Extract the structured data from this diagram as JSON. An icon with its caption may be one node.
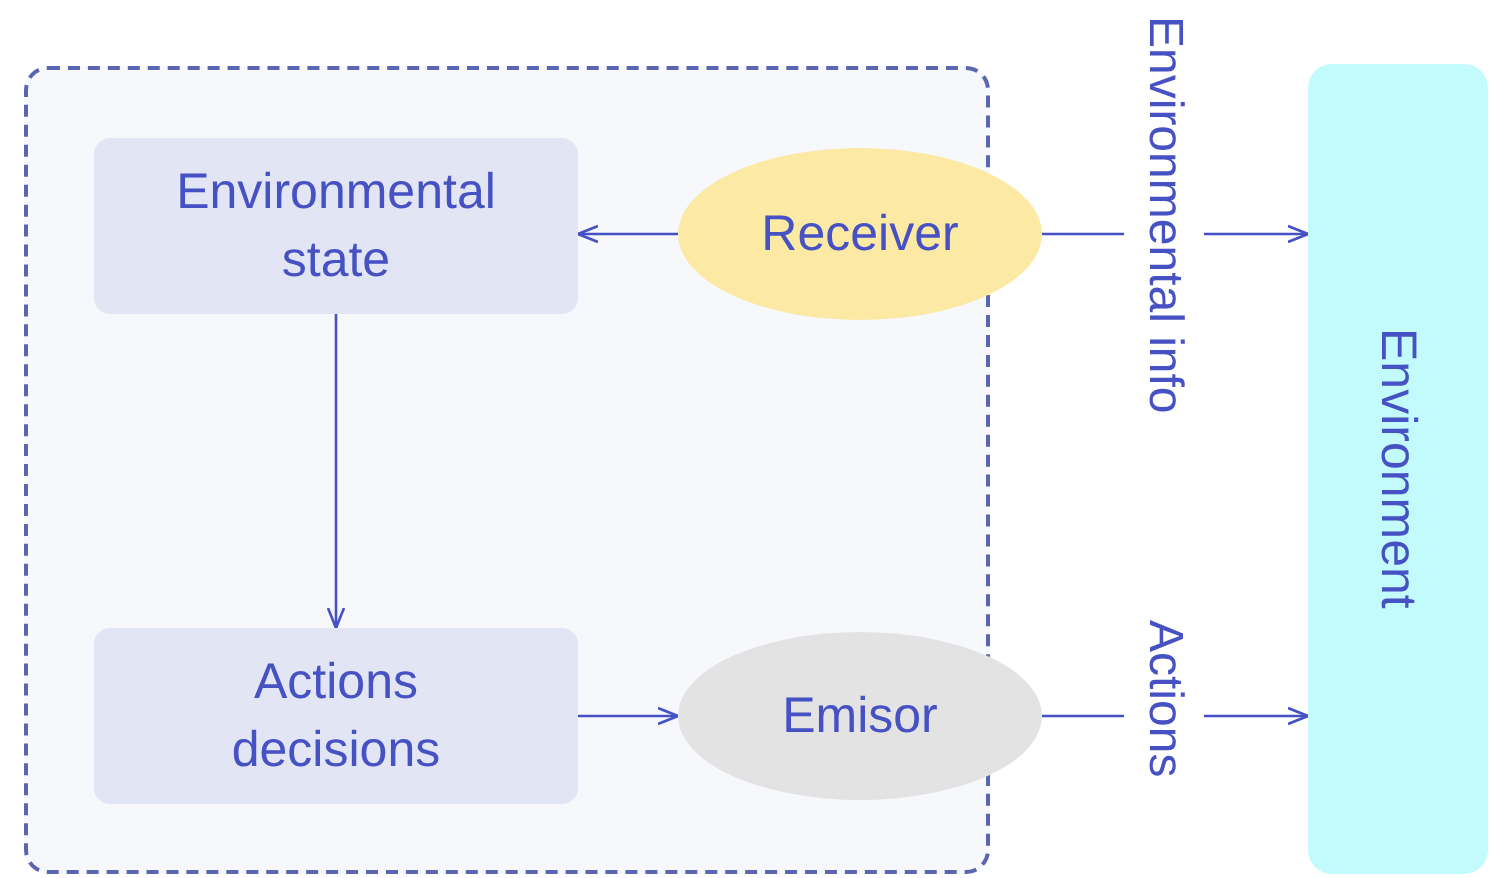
{
  "diagram": {
    "nodes": [
      {
        "text": [],
        "shape": "box"
      },
      {
        "text": [
          "Environmental state"
        ],
        "in": 0
      },
      {
        "text": [
          "Receiver"
        ]
      },
      {
        "text": [
          "Actions decisions"
        ],
        "in": 0
      },
      {
        "text": [
          "Emisor"
        ]
      },
      {
        "text": [
          "Environment"
        ]
      }
    ],
    "edges": [
      {
        "from": 2,
        "to": 1,
        "arrow": "to"
      },
      {
        "from": 2,
        "to": 5,
        "arrow": "to",
        "label": "Environmental info"
      },
      {
        "from": 1,
        "to": 3,
        "arrow": "to"
      },
      {
        "from": 3,
        "to": 4,
        "arrow": "to"
      },
      {
        "from": 4,
        "to": 5,
        "arrow": "to",
        "label": "Actions"
      }
    ]
  }
}
